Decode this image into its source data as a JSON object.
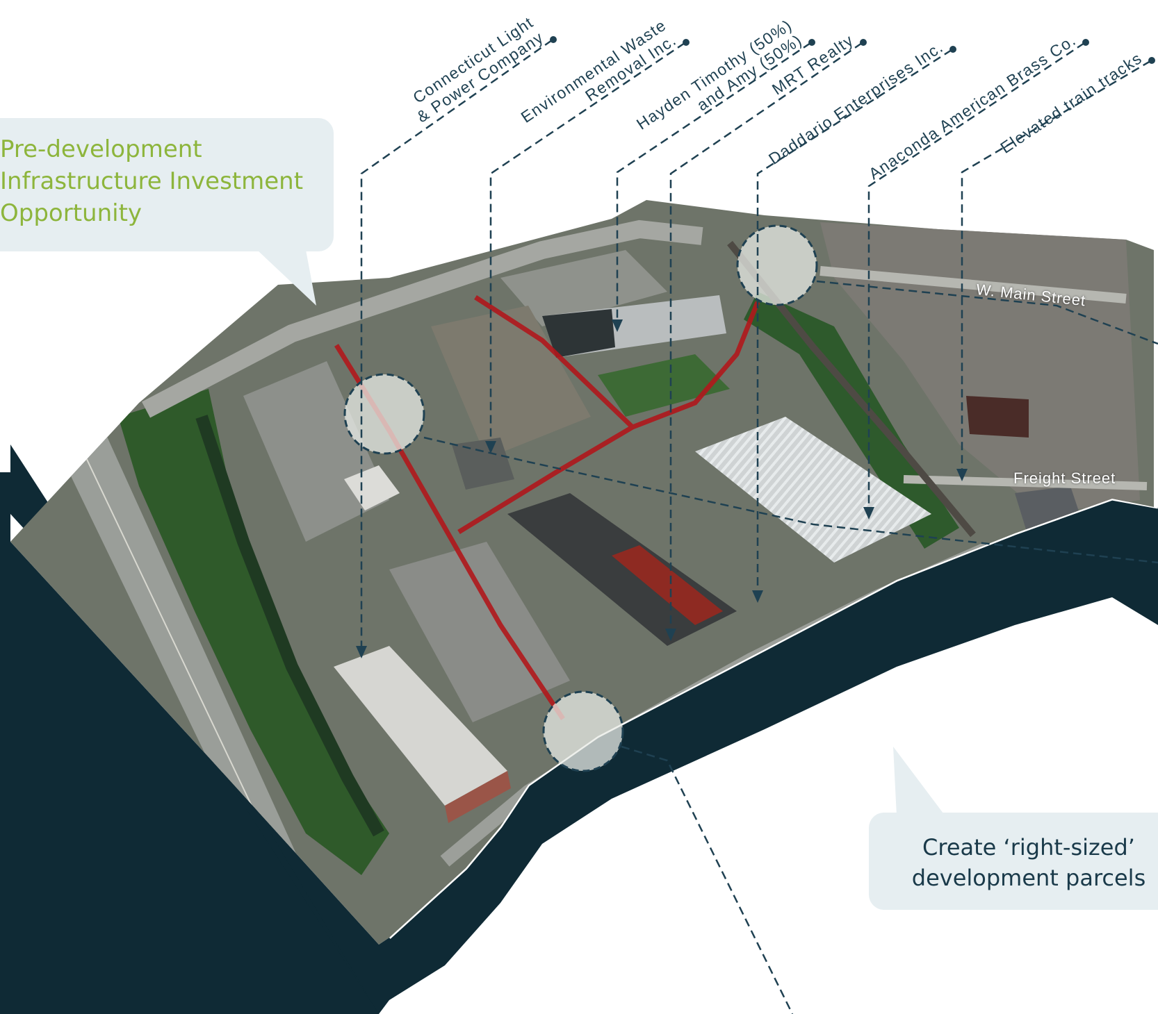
{
  "callouts": {
    "pre_development": "Pre-development\nInfrastructure Investment\nOpportunity",
    "right_sized": "Create ‘right-sized’\ndevelopment parcels"
  },
  "owners": [
    {
      "line1": "Connecticut Light",
      "line2": "& Power Company"
    },
    {
      "line1": "Environmental Waste",
      "line2": "Removal Inc."
    },
    {
      "line1": "Hayden Timothy (50%)",
      "line2": "and Amy (50%)"
    },
    {
      "line1": "MRT Realty",
      "line2": ""
    },
    {
      "line1": "Daddario Enterprises Inc.",
      "line2": ""
    },
    {
      "line1": "Anaconda American Brass Co.",
      "line2": ""
    },
    {
      "line1": "Elevated train tracks",
      "line2": ""
    }
  ],
  "streets": {
    "w_main": "W. Main Street",
    "freight": "Freight Street"
  },
  "colors": {
    "callout_bg": "#e6eef1",
    "callout_green": "#8db53c",
    "callout_dark": "#1a3a4a",
    "leader_line": "#1f4152",
    "red_path": "#b0181c",
    "block_base": "#0f2a35",
    "aerial_ground": "#6e7469",
    "vegetation": "#2f5a2a"
  }
}
